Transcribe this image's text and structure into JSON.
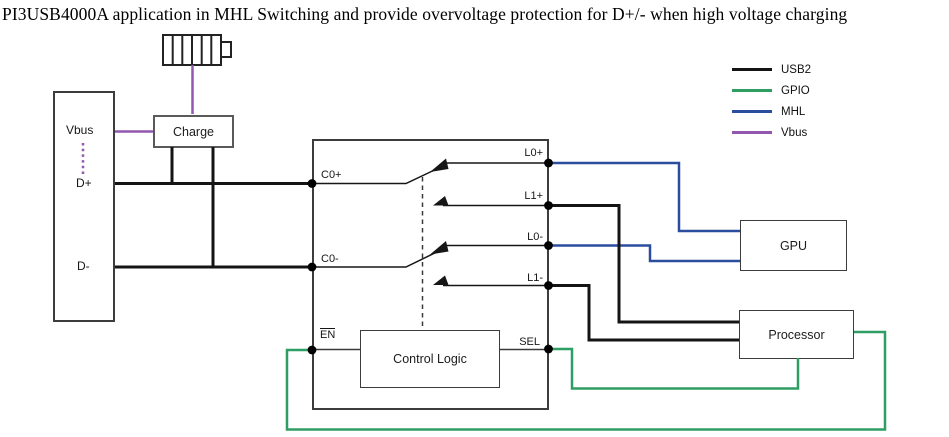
{
  "title": "PI3USB4000A application in MHL Switching and provide overvoltage protection for D+/- when high voltage charging",
  "colors": {
    "usb2": "#141414",
    "gpio": "#2f9e63",
    "mhl": "#2b4d9d",
    "vbus": "#9257ae",
    "border": "#3c3c3c",
    "text": "#1b1b1b"
  },
  "legend": {
    "items": [
      {
        "label": "USB2"
      },
      {
        "label": "GPIO"
      },
      {
        "label": "MHL"
      },
      {
        "label": "Vbus"
      }
    ]
  },
  "connector": {
    "vbus_label": "Vbus",
    "d_plus_label": "D+",
    "d_minus_label": "D-"
  },
  "blocks": {
    "charge_label": "Charge",
    "control_logic_label": "Control Logic",
    "gpu_label": "GPU",
    "processor_label": "Processor"
  },
  "switch_pins": {
    "c0_plus": "C0+",
    "c0_minus": "C0-",
    "l0_plus": "L0+",
    "l1_plus": "L1+",
    "l0_minus": "L0-",
    "l1_minus": "L1-",
    "en": "EN",
    "sel": "SEL"
  }
}
